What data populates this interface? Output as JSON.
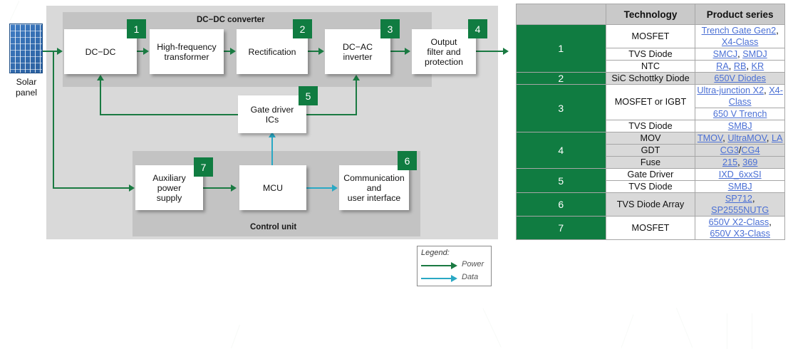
{
  "diagram": {
    "source": {
      "label_line1": "Solar",
      "label_line2": "panel",
      "icon": "solar-panel-icon"
    },
    "zones": [
      {
        "id": "dcdc",
        "title": "DC−DC converter"
      },
      {
        "id": "control",
        "title": "Control unit"
      }
    ],
    "blocks": [
      {
        "id": "dcdc",
        "lines": [
          "DC−DC"
        ]
      },
      {
        "id": "hft",
        "lines": [
          "High-frequency",
          "transformer"
        ]
      },
      {
        "id": "rect",
        "lines": [
          "Rectification"
        ]
      },
      {
        "id": "inv",
        "lines": [
          "DC−AC",
          "inverter"
        ]
      },
      {
        "id": "out",
        "lines": [
          "Output",
          "filter and",
          "protection"
        ]
      },
      {
        "id": "gate",
        "lines": [
          "Gate driver",
          "ICs"
        ]
      },
      {
        "id": "aux",
        "lines": [
          "Auxiliary",
          "power",
          "supply"
        ]
      },
      {
        "id": "mcu",
        "lines": [
          "MCU"
        ]
      },
      {
        "id": "comm",
        "lines": [
          "Communication",
          "and",
          "user interface"
        ]
      }
    ],
    "badges": [
      "1",
      "2",
      "3",
      "4",
      "5",
      "6",
      "7"
    ],
    "legend": {
      "title": "Legend:",
      "entries": [
        {
          "label": "Power",
          "color": "#1a7a42"
        },
        {
          "label": "Data",
          "color": "#2aa8c4"
        }
      ]
    },
    "colors": {
      "badge_green": "#107c41",
      "power_arrow": "#1a7a42",
      "data_arrow": "#2aa8c4",
      "outer_panel": "#d9d9d9",
      "inner_panel": "#c3c3c3"
    }
  },
  "table": {
    "headers": [
      "",
      "Technology",
      "Product series"
    ],
    "rows": [
      {
        "index": "1",
        "index_rowspan": 3,
        "shaded": false,
        "technology": "MOSFET",
        "products": [
          {
            "text": "Trench Gate Gen2",
            "link": true
          },
          {
            "text": ", ",
            "link": false
          },
          {
            "text": "X4-Class",
            "link": true
          }
        ]
      },
      {
        "index": null,
        "shaded": false,
        "technology": "TVS Diode",
        "products": [
          {
            "text": "SMCJ",
            "link": true
          },
          {
            "text": ", ",
            "link": false
          },
          {
            "text": "SMDJ",
            "link": true
          }
        ]
      },
      {
        "index": null,
        "shaded": false,
        "technology": "NTC",
        "products": [
          {
            "text": "RA",
            "link": true
          },
          {
            "text": ", ",
            "link": false
          },
          {
            "text": "RB",
            "link": true
          },
          {
            "text": ", ",
            "link": false
          },
          {
            "text": "KR",
            "link": true
          }
        ]
      },
      {
        "index": "2",
        "index_rowspan": 1,
        "shaded": true,
        "technology": "SiC Schottky Diode",
        "products": [
          {
            "text": "650V Diodes",
            "link": true
          }
        ]
      },
      {
        "index": "3",
        "index_rowspan": 3,
        "shaded": false,
        "technology": "MOSFET or IGBT",
        "tech_rowspan": 2,
        "products": [
          {
            "text": "Ultra-junction X2",
            "link": true
          },
          {
            "text": ", ",
            "link": false
          },
          {
            "text": "X4-Class",
            "link": true
          }
        ]
      },
      {
        "index": null,
        "shaded": false,
        "technology": null,
        "products": [
          {
            "text": "650 V Trench",
            "link": true
          }
        ]
      },
      {
        "index": null,
        "shaded": false,
        "technology": "TVS Diode",
        "products": [
          {
            "text": "SMBJ",
            "link": true
          }
        ]
      },
      {
        "index": "4",
        "index_rowspan": 3,
        "shaded": true,
        "technology": "MOV",
        "products": [
          {
            "text": "TMOV",
            "link": true
          },
          {
            "text": ", ",
            "link": false
          },
          {
            "text": "UltraMOV",
            "link": true
          },
          {
            "text": ", ",
            "link": false
          },
          {
            "text": "LA",
            "link": true
          }
        ]
      },
      {
        "index": null,
        "shaded": true,
        "technology": "GDT",
        "products": [
          {
            "text": "CG3",
            "link": true
          },
          {
            "text": "/",
            "link": false
          },
          {
            "text": "CG4",
            "link": true
          }
        ]
      },
      {
        "index": null,
        "shaded": true,
        "technology": "Fuse",
        "products": [
          {
            "text": "215",
            "link": true
          },
          {
            "text": ", ",
            "link": false
          },
          {
            "text": "369",
            "link": true
          }
        ]
      },
      {
        "index": "5",
        "index_rowspan": 2,
        "shaded": false,
        "technology": "Gate Driver",
        "products": [
          {
            "text": "IXD_6xxSI",
            "link": true
          }
        ]
      },
      {
        "index": null,
        "shaded": false,
        "technology": "TVS Diode",
        "products": [
          {
            "text": "SMBJ",
            "link": true
          }
        ]
      },
      {
        "index": "6",
        "index_rowspan": 1,
        "shaded": true,
        "technology": "TVS Diode Array",
        "products": [
          {
            "text": "SP712",
            "link": true
          },
          {
            "text": ", ",
            "link": false
          },
          {
            "text": "\n",
            "link": false
          },
          {
            "text": "SP2555NUTG",
            "link": true
          }
        ]
      },
      {
        "index": "7",
        "index_rowspan": 1,
        "shaded": false,
        "technology": "MOSFET",
        "products": [
          {
            "text": "650V X2-Class",
            "link": true
          },
          {
            "text": ", ",
            "link": false
          },
          {
            "text": "\n",
            "link": false
          },
          {
            "text": "650V X3-Class",
            "link": true
          }
        ]
      }
    ],
    "link_color": "#4a6fd4",
    "index_bg": "#107c41"
  }
}
